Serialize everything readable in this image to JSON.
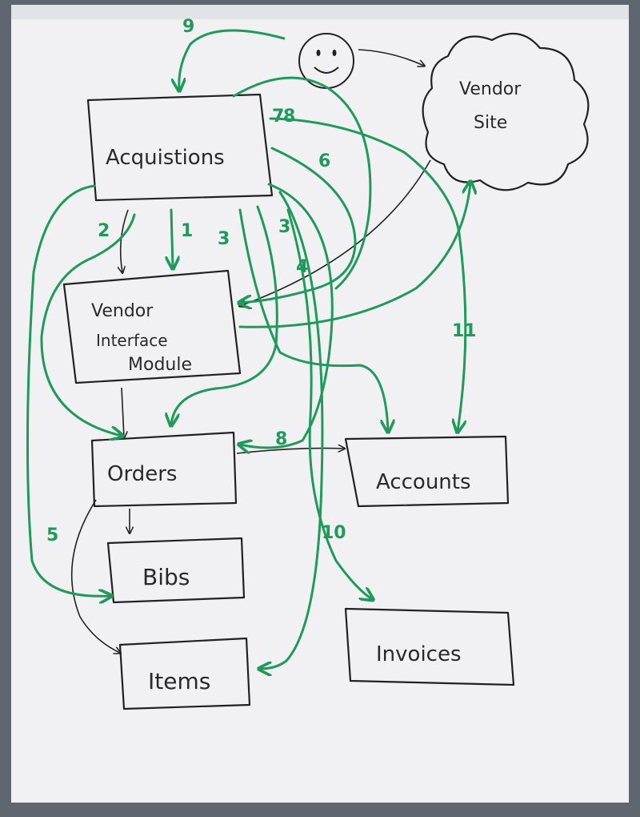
{
  "nodes": {
    "acquisitions": "Acquistions",
    "vendor_interface": [
      "Vendor",
      "Interface",
      "Module"
    ],
    "vendor_site": [
      "Vendor",
      "Site"
    ],
    "orders": "Orders",
    "accounts": "Accounts",
    "bibs": "Bibs",
    "items": "Items",
    "invoices": "Invoices"
  },
  "numbers": {
    "n1": "1",
    "n2": "2",
    "n3": "3",
    "n3b": "3",
    "n4": "4",
    "n5": "5",
    "n6": "6",
    "n7": "7",
    "n8": "8",
    "n9": "9",
    "n10": "10",
    "n11": "11"
  },
  "colors": {
    "paper": "#f1f1f3",
    "marker_black": "#222222",
    "marker_green": "#1f9a5a"
  }
}
